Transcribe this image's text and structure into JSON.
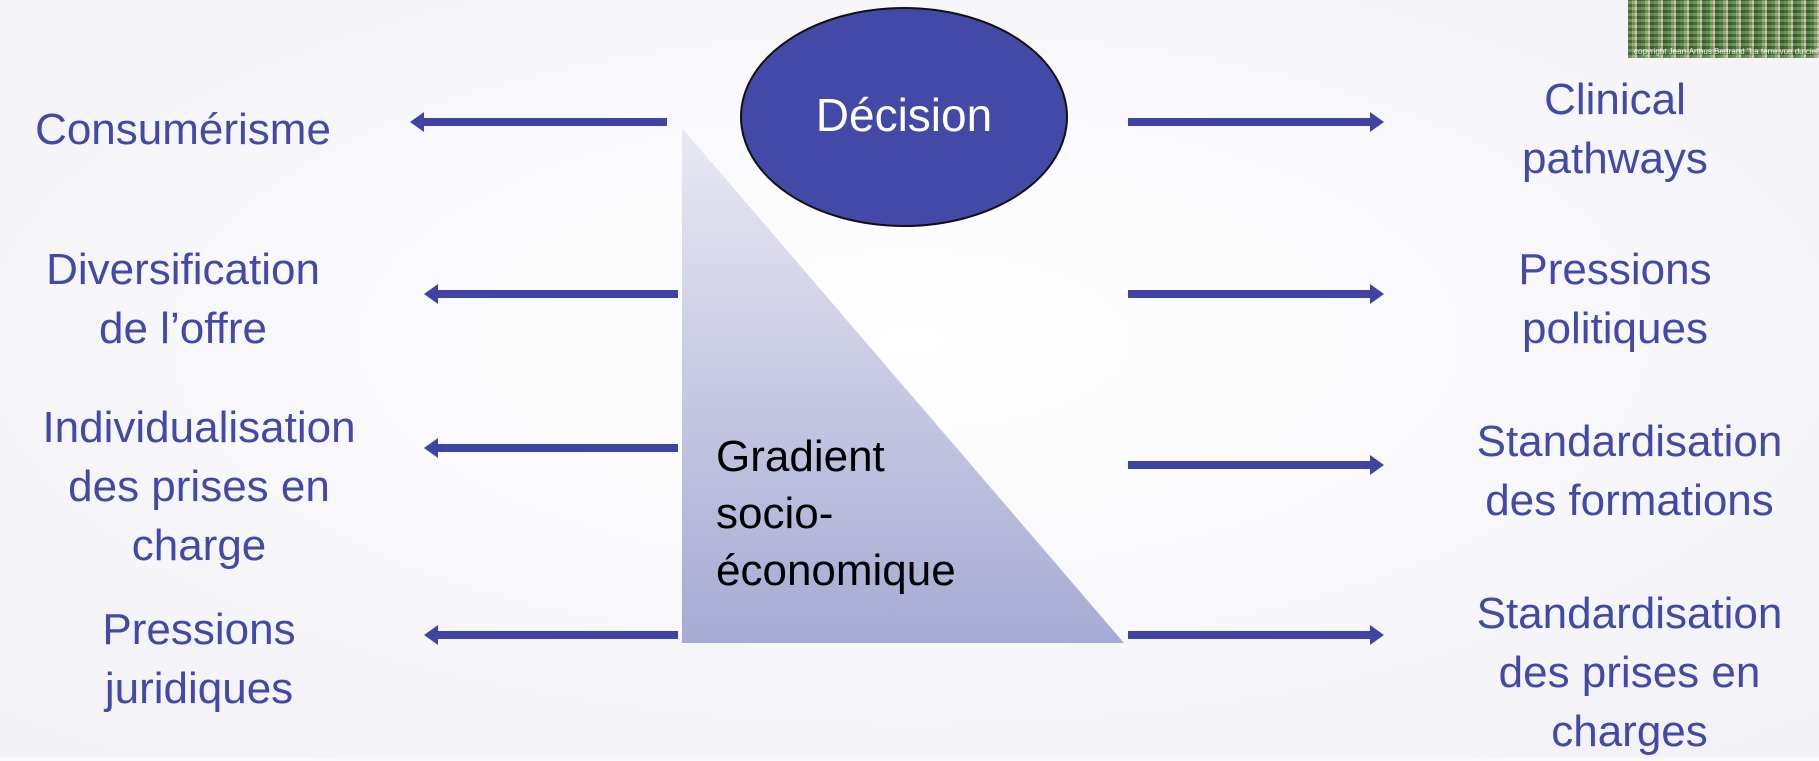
{
  "center": {
    "decision": "Décision",
    "gradient": "Gradient\nsocio-\néconomique"
  },
  "left_items": [
    {
      "label": "Consumérisme"
    },
    {
      "label": "Diversification\nde l’offre"
    },
    {
      "label": "Individualisation\ndes prises en\ncharge"
    },
    {
      "label": "Pressions\njuridiques"
    }
  ],
  "right_items": [
    {
      "label": "Clinical\npathways"
    },
    {
      "label": "Pressions\npolitiques"
    },
    {
      "label": "Standardisation\ndes formations"
    },
    {
      "label": "Standardisation\ndes prises en\ncharges"
    }
  ],
  "photo": {
    "caption": "copyright Jean-Arthus Bertrand \"La terre vue du ciel\""
  },
  "colors": {
    "accent": "#4349a6",
    "arrow": "#3f44a0",
    "ellipse_fill": "#4349a6",
    "triangle_top": "#e6e8f2",
    "triangle_bottom": "#a8abd4"
  }
}
